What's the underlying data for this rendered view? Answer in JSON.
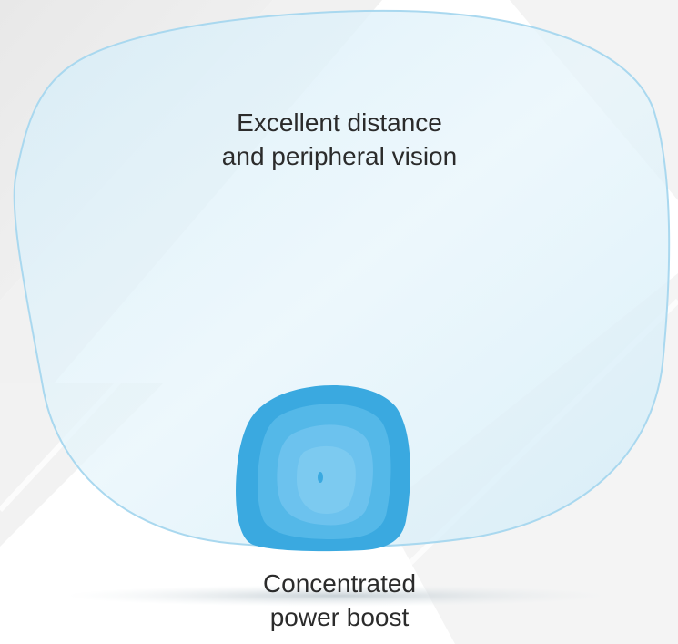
{
  "diagram": {
    "title": "",
    "zones": [
      {
        "id": "distance-zone",
        "lines": [
          "Excellent distance",
          "and peripheral vision"
        ]
      },
      {
        "id": "power-boost-zone",
        "lines": [
          "Concentrated",
          "power boost"
        ]
      }
    ]
  },
  "colors": {
    "lens_fill": "#d9eef8",
    "lens_stroke": "#a9d8ef",
    "boost_outer": "#3aa9e0",
    "boost_mid": "#54b8e8",
    "boost_inner": "#7ccaf0",
    "background_shape": "#eeeeee",
    "shadow": "#c9d3d8",
    "text": "#2b2b2b"
  }
}
